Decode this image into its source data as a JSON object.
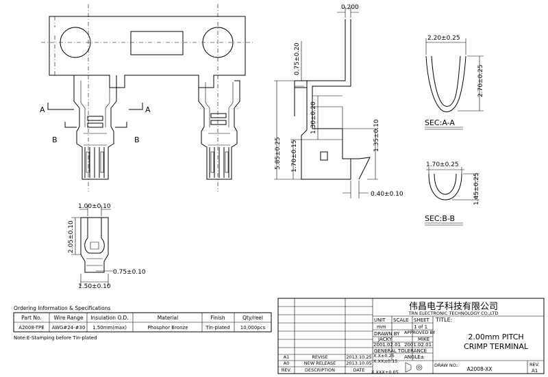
{
  "dimensions": {
    "thickness": "0.200",
    "top_height": "0.75±0.20",
    "crimp_1_30": "1.30±0.20",
    "total_height": "5.85±0.25",
    "lower_height": "1.70±0.15",
    "mid_1_35": "1.35±0.10",
    "tab_width": "0.40±0.10",
    "width_100": "1.00±0.10",
    "height_205": "2.05±0.10",
    "width_075": "0.75±0.10",
    "width_150": "1.50±0.10",
    "sec_aa_width": "2.20±0.25",
    "sec_aa_height": "2.70±0.25",
    "sec_bb_width": "1.70±0.25",
    "sec_bb_height": "1.45±0.25"
  },
  "labels": {
    "section_a": "A",
    "section_b": "B",
    "sec_aa": "SEC:A-A",
    "sec_bb": "SEC:B-B"
  },
  "ordering": {
    "caption": "Ordering Information & Specifications",
    "headers": [
      "Part No.",
      "Wire Range",
      "Insulation O.D.",
      "Material",
      "Finish",
      "Qty/reel"
    ],
    "rows": [
      [
        "A2008-TPE",
        "AWG#24-#30",
        "1.50mm(max)",
        "Phosphor Bronze",
        "Tin-plated",
        "10,000pcs"
      ]
    ],
    "note": "Note:E-Stamping before Tin-plated"
  },
  "title_block": {
    "company_cn": "伟昌电子科技有限公司",
    "company_en": "TRN ELECTRONIC TECHNOLOGY CO.,LTD",
    "unit_label": "UNIT",
    "unit_value": "mm",
    "scale_label": "SCALE",
    "sheet_label": "SHEET",
    "sheet_value": "1 of 1",
    "title_label": "TITLE:",
    "title_line1": "2.00mm PITCH",
    "title_line2": "CRIMP TERMINAL",
    "drawn_by_label": "DRAWN BY",
    "drawn_by": "JACKY",
    "approved_label": "APPROVED BY",
    "approved_by": "MIKE",
    "drawn_date": "2001.02.01",
    "approved_date": "2001.02.01",
    "general_tol": "GENERAL TOLERANCE",
    "tol_1": "X.X±0.25",
    "tol_2": "X.XX±0.15",
    "tol_3": "X.XXX±0.05",
    "angle": "ANGLE±",
    "draw_no_label": "DRAW NO.:",
    "draw_no": "A2008-XX",
    "rev_label": "REV.",
    "rev_value": "A1",
    "rev_rows": [
      {
        "rev": "A1",
        "desc": "REVISE",
        "date": "2013.10.25"
      },
      {
        "rev": "A0",
        "desc": "NEW RELEASE",
        "date": "2013.10.05"
      }
    ],
    "rev_header": {
      "rev": "REV.",
      "desc": "DESCRIPTION",
      "date": "DATE"
    }
  }
}
